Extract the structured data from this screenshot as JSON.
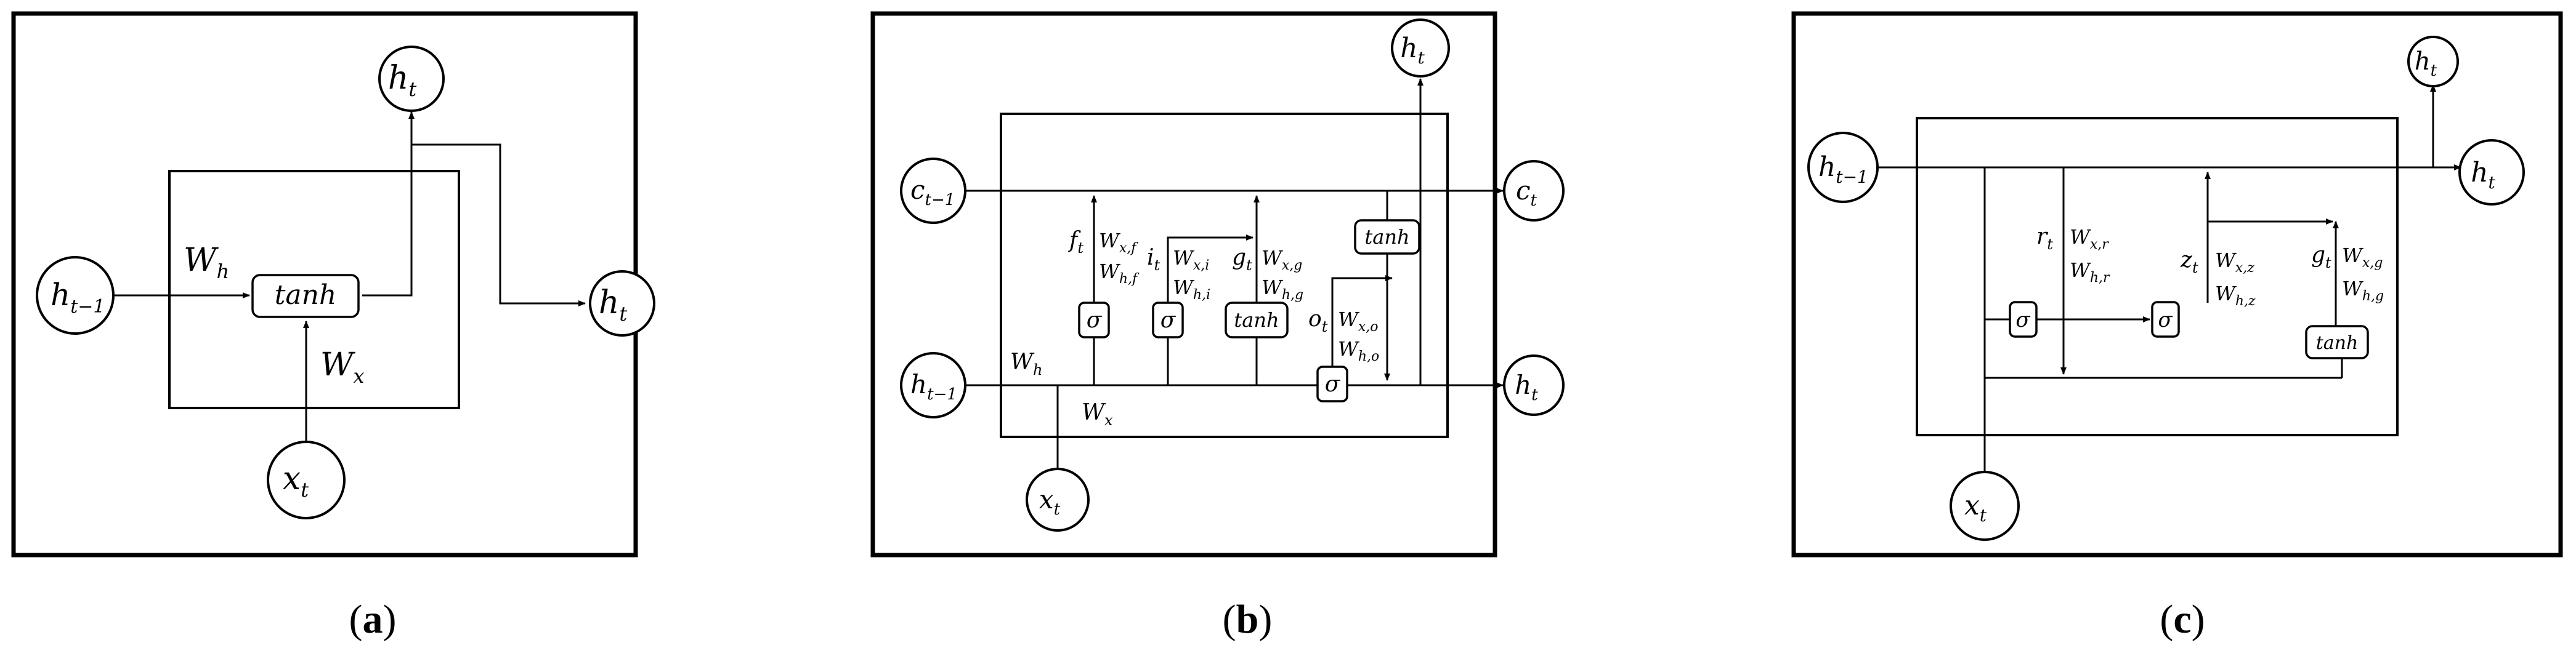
{
  "captions": {
    "a": {
      "open": "(",
      "letter": "a",
      "close": ")"
    },
    "b": {
      "open": "(",
      "letter": "b",
      "close": ")"
    },
    "c": {
      "open": "(",
      "letter": "c",
      "close": ")"
    }
  },
  "panel_a": {
    "h_out": {
      "base": "h",
      "sub": "t"
    },
    "h_prev": {
      "base": "h",
      "sub": "t−1"
    },
    "h_right": {
      "base": "h",
      "sub": "t"
    },
    "x_in": {
      "base": "x",
      "sub": "t"
    },
    "gate": "tanh",
    "wh": {
      "base": "W",
      "sub": "h"
    },
    "wx": {
      "base": "W",
      "sub": "x"
    }
  },
  "panel_b": {
    "c_prev": {
      "base": "c",
      "sub": "t−1"
    },
    "c_next": {
      "base": "c",
      "sub": "t"
    },
    "h_top": {
      "base": "h",
      "sub": "t"
    },
    "h_prev": {
      "base": "h",
      "sub": "t−1"
    },
    "h_next": {
      "base": "h",
      "sub": "t"
    },
    "x_in": {
      "base": "x",
      "sub": "t"
    },
    "gate_f": "σ",
    "gate_i": "σ",
    "gate_g": "tanh",
    "gate_o": "σ",
    "gate_c": "tanh",
    "f": {
      "base": "f",
      "sub": "t"
    },
    "i": {
      "base": "i",
      "sub": "t"
    },
    "g": {
      "base": "g",
      "sub": "t"
    },
    "o": {
      "base": "o",
      "sub": "t"
    },
    "wxf": {
      "base": "W",
      "sub": "x,f"
    },
    "whf": {
      "base": "W",
      "sub": "h,f"
    },
    "wxi": {
      "base": "W",
      "sub": "x,i"
    },
    "whi": {
      "base": "W",
      "sub": "h,i"
    },
    "wxg": {
      "base": "W",
      "sub": "x,g"
    },
    "whg": {
      "base": "W",
      "sub": "h,g"
    },
    "wxo": {
      "base": "W",
      "sub": "x,o"
    },
    "who": {
      "base": "W",
      "sub": "h,o"
    },
    "wh": {
      "base": "W",
      "sub": "h"
    },
    "wx": {
      "base": "W",
      "sub": "x"
    }
  },
  "panel_c": {
    "h_top": {
      "base": "h",
      "sub": "t"
    },
    "h_prev": {
      "base": "h",
      "sub": "t−1"
    },
    "h_next": {
      "base": "h",
      "sub": "t"
    },
    "x_in": {
      "base": "x",
      "sub": "t"
    },
    "gate_r": "σ",
    "gate_z": "σ",
    "gate_g": "tanh",
    "r": {
      "base": "r",
      "sub": "t"
    },
    "z": {
      "base": "z",
      "sub": "t"
    },
    "g": {
      "base": "g",
      "sub": "t"
    },
    "wxr": {
      "base": "W",
      "sub": "x,r"
    },
    "whr": {
      "base": "W",
      "sub": "h,r"
    },
    "wxz": {
      "base": "W",
      "sub": "x,z"
    },
    "whz": {
      "base": "W",
      "sub": "h,z"
    },
    "wxg": {
      "base": "W",
      "sub": "x,g"
    },
    "whg": {
      "base": "W",
      "sub": "h,g"
    }
  }
}
